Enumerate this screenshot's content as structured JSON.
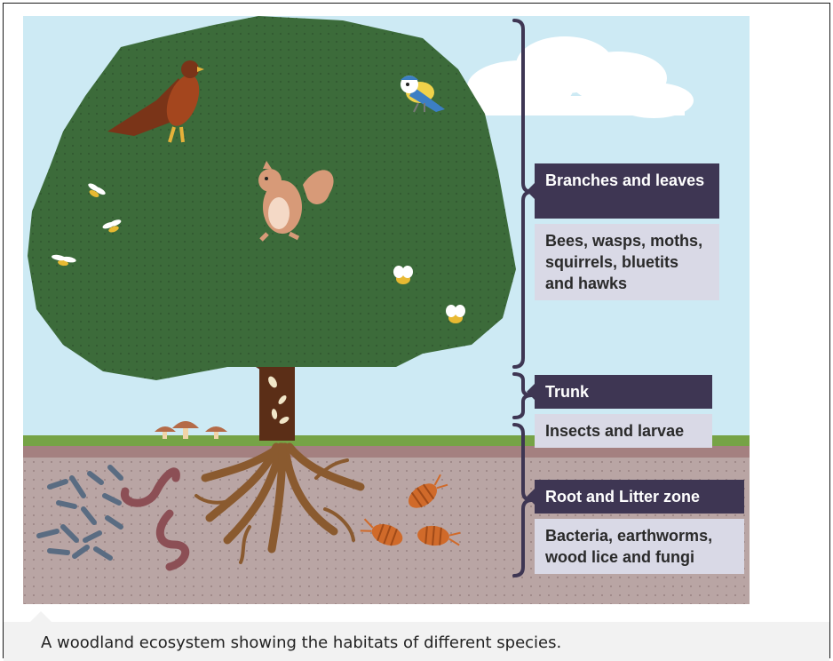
{
  "zones": [
    {
      "label": "Branches and leaves",
      "description": "Bees, wasps, moths, squirrels, bluetits and hawks"
    },
    {
      "label": "Trunk",
      "description": "Insects and larvae"
    },
    {
      "label": "Root and Litter zone",
      "description": "Bacteria, earthworms, wood lice and fungi"
    }
  ],
  "caption": "A woodland ecosystem showing the habitats of different species.",
  "colors": {
    "sky": "#cdeaf4",
    "foliage": "#3c6b3a",
    "trunk": "#5b2e17",
    "grass": "#76a346",
    "soil": "#b9a5a4",
    "label_bg": "#3e3653",
    "desc_bg": "#d9d9e6",
    "bracket": "#3e3653"
  },
  "icons": [
    "hawk-icon",
    "bluetit-icon",
    "squirrel-icon",
    "wasp-icon",
    "bee-icon",
    "larva-icon",
    "mushroom-icon",
    "bacteria-icon",
    "earthworm-icon",
    "woodlouse-icon",
    "cloud-icon"
  ]
}
